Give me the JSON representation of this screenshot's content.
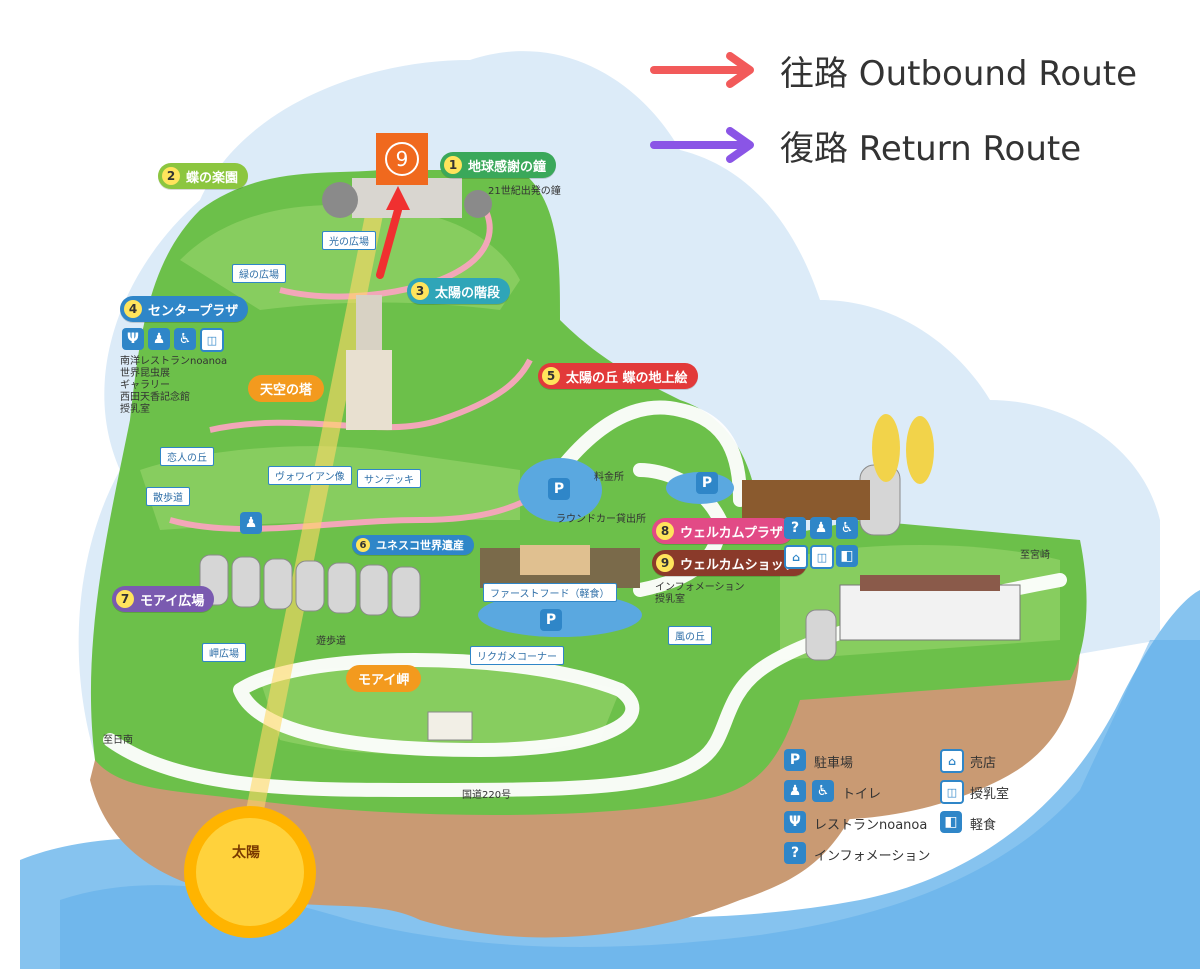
{
  "legend_routes": {
    "outbound": {
      "label": "往路 Outbound Route",
      "color": "#f25a5a"
    },
    "return": {
      "label": "復路 Return Route",
      "color": "#8a55e6"
    }
  },
  "marker_number": "9",
  "spots": {
    "s1": {
      "num": "1",
      "label": "地球感謝の鐘",
      "sub": "21世紀出発の鐘",
      "color": "#3aa85a"
    },
    "s2": {
      "num": "2",
      "label": "蝶の楽園",
      "color": "#8cc63f"
    },
    "s3": {
      "num": "3",
      "label": "太陽の階段",
      "color": "#2fa5b8"
    },
    "s4": {
      "num": "4",
      "label": "センタープラザ",
      "color": "#2f86c8"
    },
    "s5": {
      "num": "5",
      "label": "太陽の丘 蝶の地上絵",
      "color": "#e23a3a"
    },
    "s6": {
      "num": "6",
      "label": "ユネスコ世界遺産",
      "color": "#2f86c8"
    },
    "s7": {
      "num": "7",
      "label": "モアイ広場",
      "color": "#7a5ab0"
    },
    "s8": {
      "num": "8",
      "label": "ウェルカムプラザ",
      "color": "#e24a86"
    },
    "s9": {
      "num": "9",
      "label": "ウェルカムショップ",
      "color": "#8a3a2a"
    }
  },
  "center_plaza_facilities": [
    "南洋レストランnoanoa",
    "世界昆虫展",
    "ギャラリー",
    "西田天香記念館",
    "授乳室"
  ],
  "welcome_shop_facilities": [
    "インフォメーション",
    "授乳室"
  ],
  "place_labels": {
    "hikari": "光の広場",
    "midori": "緑の広場",
    "tenku": "天空の塔",
    "koibito": "恋人の丘",
    "sanpo": "散歩道",
    "vaivaian": "ヴォワイアン像",
    "sundeck": "サンデッキ",
    "ryokin": "料金所",
    "roundcar": "ラウンドカー貸出所",
    "fastfood": "ファーストフード（軽食）",
    "rikugame": "リクガメコーナー",
    "kaze": "風の丘",
    "yuhodo": "遊歩道",
    "misaki": "岬広場",
    "moaimisaki": "モアイ岬",
    "shinichinan": "至日南",
    "shimiyazaki": "至宮崎",
    "kokudo": "国道220号",
    "sun": "太陽"
  },
  "legend_facilities": {
    "parking": "駐車場",
    "toilet": "トイレ",
    "restaurant": "レストランnoanoa",
    "info": "インフォメーション",
    "shop": "売店",
    "nursing": "授乳室",
    "snack": "軽食"
  }
}
